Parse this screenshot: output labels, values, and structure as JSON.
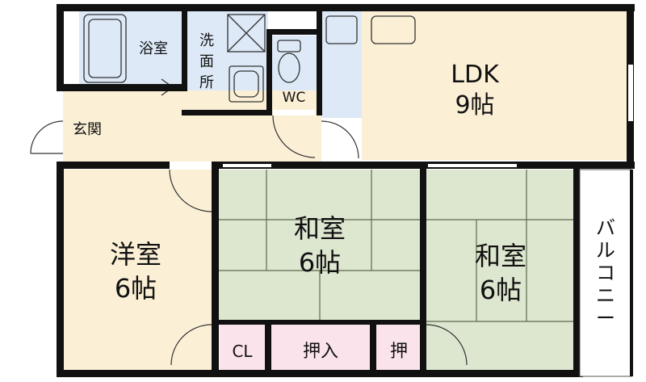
{
  "colors": {
    "wall": "#111111",
    "wet_room": "#dde9f7",
    "wood_floor": "#fbf0d6",
    "tatami": "#dde6cf",
    "storage": "#fbe3ec",
    "balcony": "#ffffff"
  },
  "rooms": {
    "bath": "浴室",
    "washroom": [
      "洗",
      "面",
      "所"
    ],
    "wc": "WC",
    "ldk_name": "LDK",
    "ldk_size": "9帖",
    "entrance": "玄関",
    "western_name": "洋室",
    "western_size": "6帖",
    "japanese1_name": "和室",
    "japanese1_size": "6帖",
    "japanese2_name": "和室",
    "japanese2_size": "6帖",
    "closet": "CL",
    "oshiire": "押入",
    "oshi": "押",
    "balcony": [
      "バ",
      "ル",
      "コ",
      "ニ",
      "ー"
    ]
  }
}
